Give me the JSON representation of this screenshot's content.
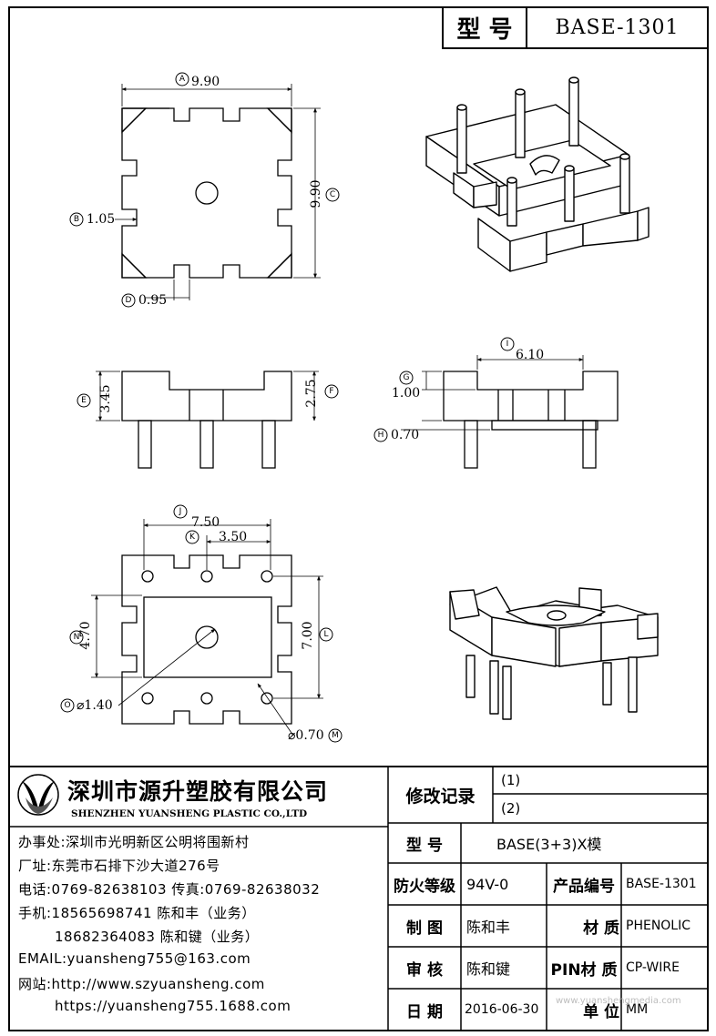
{
  "title_block": {
    "model_label": "型 号",
    "model_value": "BASE-1301"
  },
  "dims": {
    "A": "A",
    "A_val": "9.90",
    "B": "B",
    "B_val": "1.05",
    "C": "C",
    "C_val": "9.90",
    "D": "D",
    "D_val": "0.95",
    "E": "E",
    "E_val": "3.45",
    "F": "F",
    "F_val": "2.75",
    "G": "G",
    "G_val": "1.00",
    "H": "H",
    "H_val": "0.70",
    "I": "I",
    "I_val": "6.10",
    "J": "J",
    "J_val": "7.50",
    "K": "K",
    "K_val": "3.50",
    "L": "L",
    "L_val": "7.00",
    "M": "M",
    "M_val": "⌀0.70",
    "N": "N",
    "N_val": "4.70",
    "O": "O",
    "O_val": "⌀1.40"
  },
  "company": {
    "name_cn": "深圳市源升塑胶有限公司",
    "name_en": "SHENZHEN YUANSHENG PLASTIC CO.,LTD",
    "office": "办事处:深圳市光明新区公明将围新村",
    "factory": "厂址:东莞市石排下沙大道276号",
    "phone": "电话:0769-82638103 传真:0769-82638032",
    "mobile1": "手机:18565698741 陈和丰（业务）",
    "mobile2": "18682364083 陈和键（业务）",
    "email": "EMAIL:yuansheng755@163.com",
    "web1": "网站:http://www.szyuansheng.com",
    "web2": "https://yuansheng755.1688.com"
  },
  "revision": {
    "label": "修改记录",
    "r1": "(1)",
    "r2": "(2)"
  },
  "specs": {
    "model_label": "型 号",
    "model_value": "BASE(3+3)X模",
    "fire_label": "防火等级",
    "fire_value": "94V-0",
    "code_label": "产品编号",
    "code_value": "BASE-1301",
    "drawn_label": "制 图",
    "drawn_value": "陈和丰",
    "material_label": "材 质",
    "material_value": "PHENOLIC",
    "check_label": "审 核",
    "check_value": "陈和键",
    "pin_label": "PIN材 质",
    "pin_value": "CP-WIRE",
    "date_label": "日 期",
    "date_value": "2016-06-30",
    "unit_label": "单 位",
    "unit_value": "MM"
  },
  "watermark": "www.yuanshengmedia.com"
}
